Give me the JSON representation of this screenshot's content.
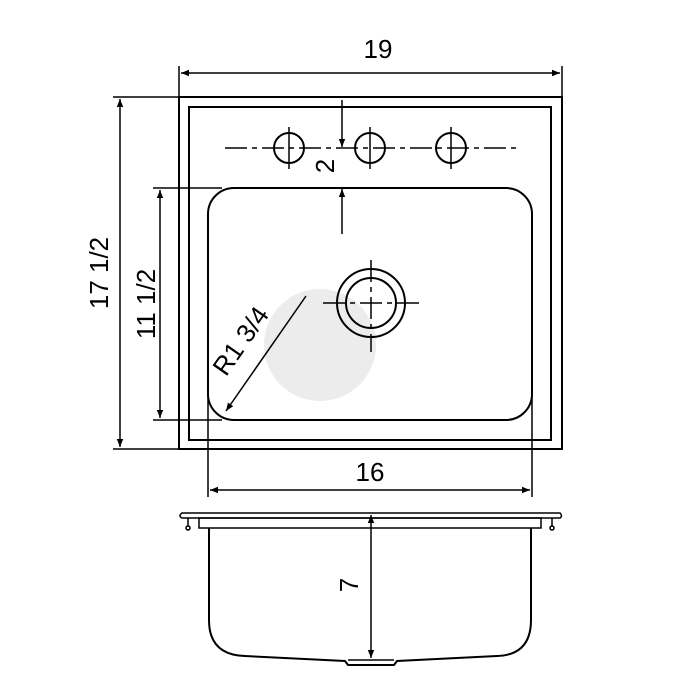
{
  "drawing": {
    "overall_width": "19",
    "overall_length": "17 1/2",
    "bowl_length": "11 1/2",
    "bowl_width": "16",
    "faucet_offset": "2",
    "corner_radius": "R1 3/4",
    "bowl_depth": "7",
    "faucet_holes": 3
  }
}
